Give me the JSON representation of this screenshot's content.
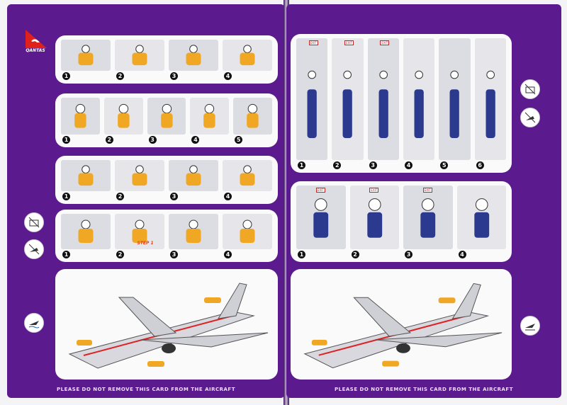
{
  "brand": {
    "name": "QANTAS",
    "color": "#e0201b"
  },
  "colors": {
    "page": "#5b1a8e",
    "accent_orange": "#f0a824",
    "figure_blue": "#2b3a8f"
  },
  "left_page": {
    "footer": "PLEASE DO NOT REMOVE THIS CARD FROM THE AIRCRAFT",
    "panels": [
      {
        "name": "oxygen-mask",
        "steps": [
          "1",
          "2",
          "3",
          "4"
        ]
      },
      {
        "name": "life-vest",
        "steps": [
          "1",
          "2",
          "3",
          "4",
          "5"
        ]
      },
      {
        "name": "infant-vest",
        "steps": [
          "1",
          "2",
          "3",
          "4"
        ]
      },
      {
        "name": "life-raft",
        "steps": [
          "1",
          "2",
          "3",
          "4"
        ],
        "label": "STEP 1"
      },
      {
        "name": "ditching-exits",
        "steps": []
      }
    ],
    "side_icons": [
      "briefcase-prohibited-icon",
      "high-heels-prohibited-icon",
      "aircraft-ditching-icon"
    ]
  },
  "right_page": {
    "footer": "PLEASE DO NOT REMOVE THIS CARD FROM THE AIRCRAFT",
    "panels": [
      {
        "name": "door-slide-raft",
        "steps": [
          "1",
          "2",
          "3",
          "4",
          "5",
          "6"
        ],
        "label": "EXIT"
      },
      {
        "name": "door-slide",
        "steps": [
          "1",
          "2",
          "3",
          "4"
        ],
        "label": "EXIT"
      },
      {
        "name": "land-evacuation-exits",
        "steps": []
      }
    ],
    "side_icons": [
      "briefcase-prohibited-icon",
      "high-heels-prohibited-icon",
      "aircraft-landing-icon"
    ]
  }
}
